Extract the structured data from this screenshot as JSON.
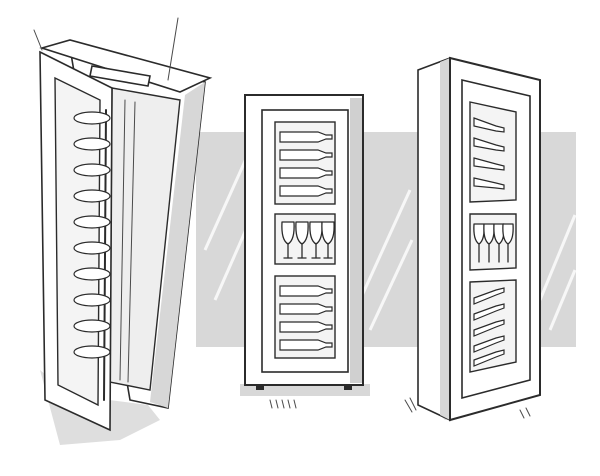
{
  "scene": {
    "colors": {
      "background": "#ffffff",
      "backdrop": "#d8d8d8",
      "ink": "#2b2b2b",
      "shadow": "#9a9a9a"
    },
    "cabinets": [
      {
        "name": "left-cabinet-door-open",
        "bottle_rows": 10
      },
      {
        "name": "center-cabinet-front",
        "top_bottles": 4,
        "glasses": 4,
        "bottom_bottles": 4
      },
      {
        "name": "right-cabinet-angled",
        "top_bottles": 4,
        "glasses": 4,
        "bottom_bottles": 5
      }
    ]
  }
}
